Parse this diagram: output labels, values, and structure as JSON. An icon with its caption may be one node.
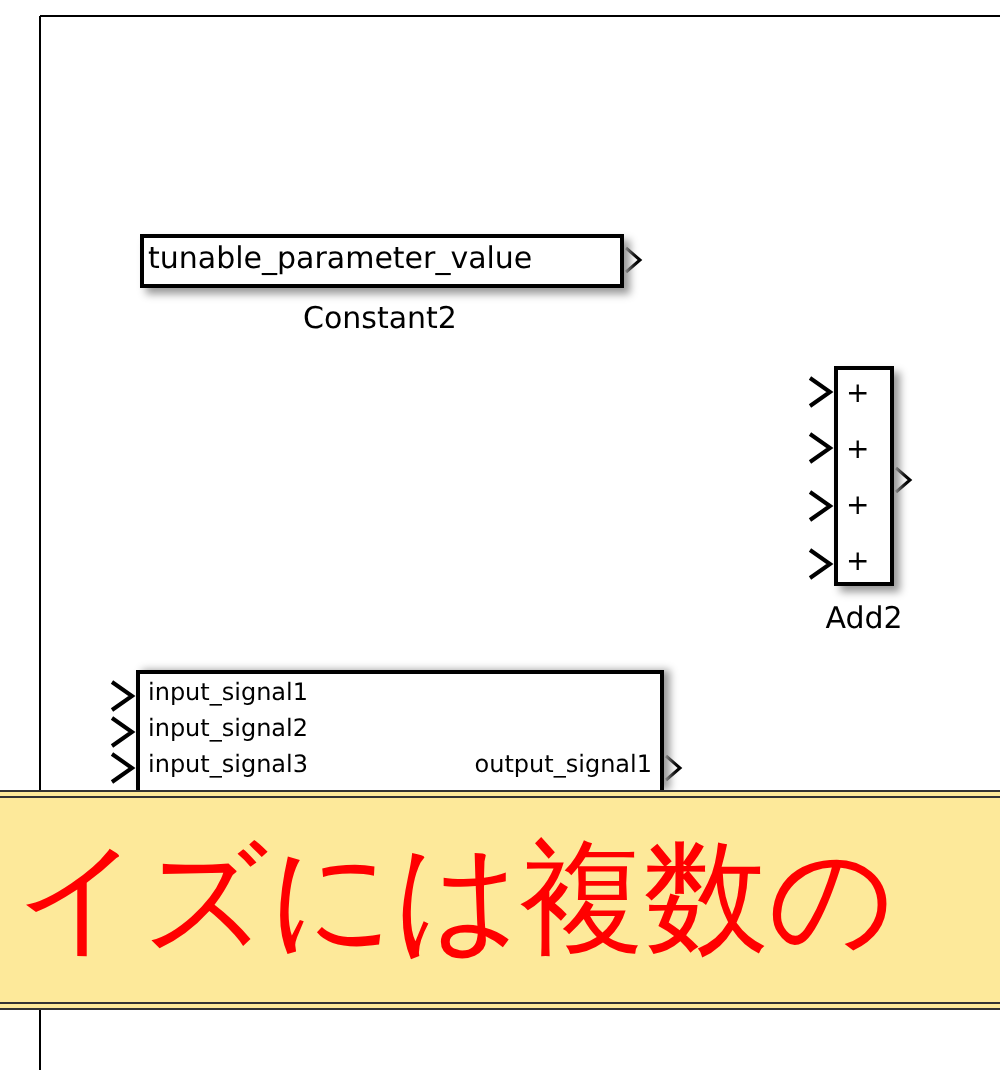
{
  "diagram": {
    "nodes": [
      {
        "text": [
          "tunable_parameter_value"
        ],
        "beside": [
          "Constant2"
        ]
      },
      {
        "text": [
          "+",
          "+",
          "+",
          "+"
        ],
        "beside": [
          "Add2"
        ]
      },
      {
        "text": [
          "input_signal1",
          "input_signal2",
          "input_signal3",
          "output_signal1"
        ]
      }
    ],
    "labels": [
      "イズには複数の"
    ]
  }
}
